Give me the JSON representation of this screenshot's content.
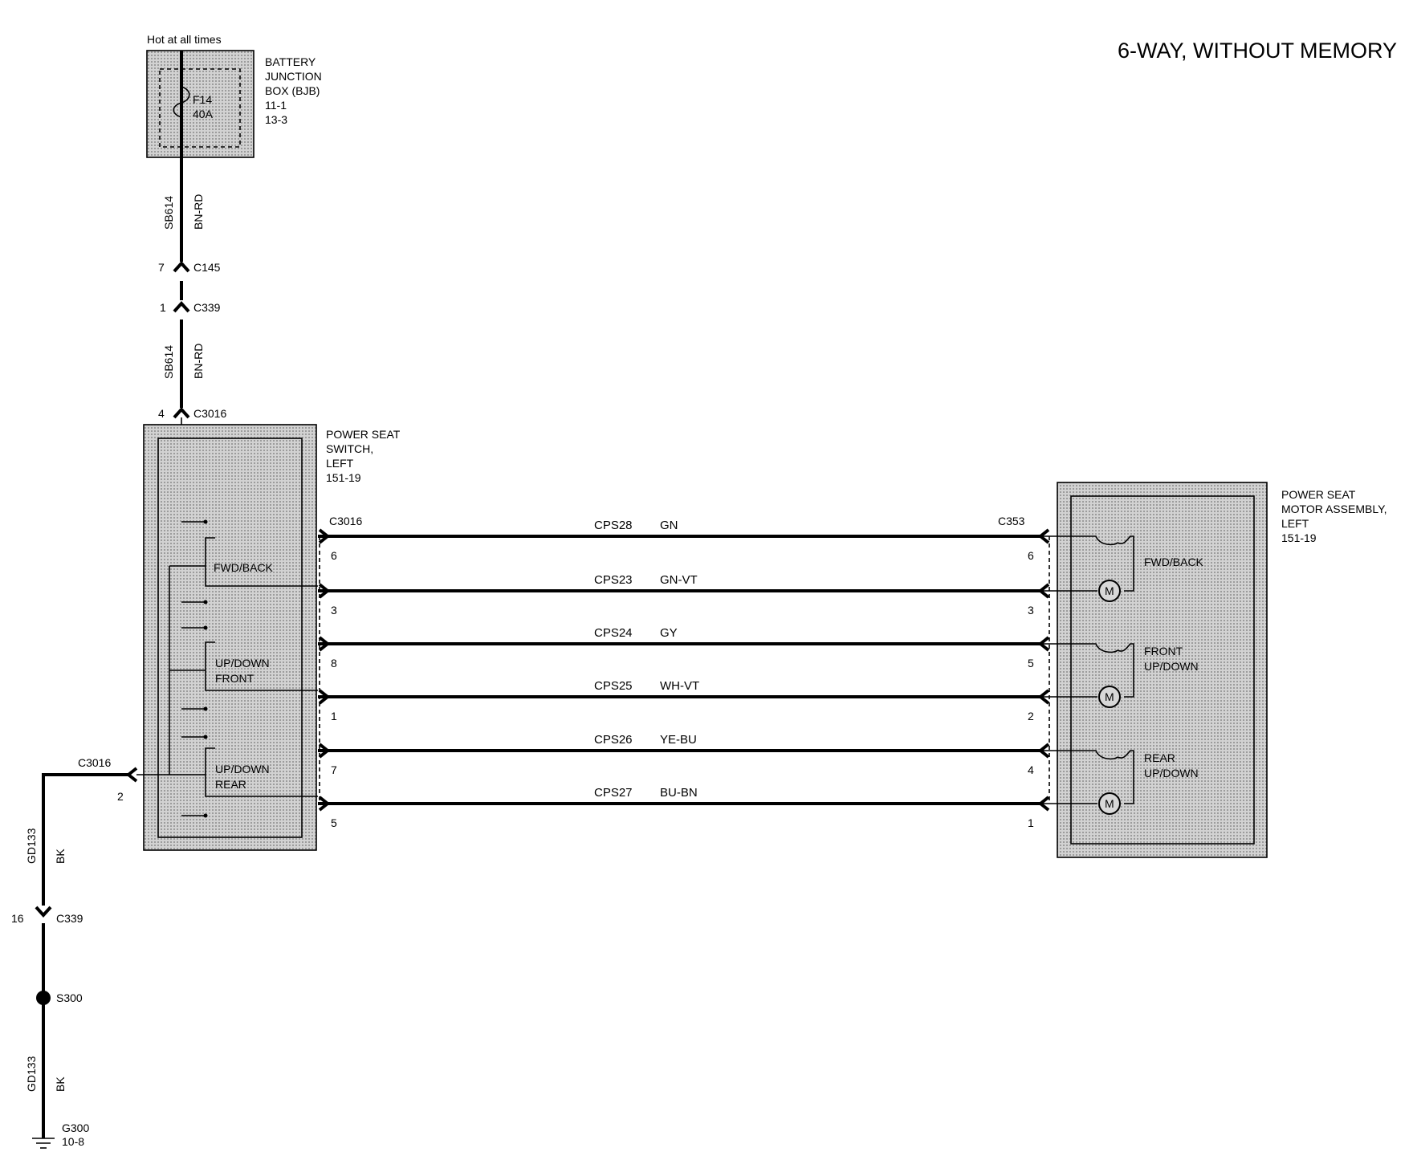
{
  "title": "6-WAY, WITHOUT MEMORY",
  "colors": {
    "wire": "#000000",
    "box_fill": "#c9c9c9"
  },
  "battery_junction_box": {
    "hot_label": "Hot at all times",
    "name_lines": [
      "BATTERY",
      "JUNCTION",
      "BOX (BJB)",
      "11-1",
      "13-3"
    ],
    "fuse": "F14",
    "rating": "40A"
  },
  "feed_wire": {
    "upper": {
      "circuit": "SB614",
      "color": "BN-RD"
    },
    "lower": {
      "circuit": "SB614",
      "color": "BN-RD"
    }
  },
  "inline_connectors": [
    {
      "pin": "7",
      "name": "C145"
    },
    {
      "pin": "1",
      "name": "C339"
    },
    {
      "pin": "4",
      "name": "C3016"
    }
  ],
  "switch": {
    "name_lines": [
      "POWER SEAT",
      "SWITCH,",
      "LEFT",
      "151-19"
    ],
    "connector": "C3016",
    "labels": [
      "FWD/BACK",
      "UP/DOWN",
      "FRONT",
      "UP/DOWN",
      "REAR"
    ]
  },
  "motor": {
    "name_lines": [
      "POWER SEAT",
      "MOTOR ASSEMBLY,",
      "LEFT",
      "151-19"
    ],
    "connector": "C353",
    "labels": [
      "FWD/BACK",
      "FRONT",
      "UP/DOWN",
      "REAR",
      "UP/DOWN"
    ],
    "motor_symbol": "M"
  },
  "circuits": [
    {
      "circuit": "CPS28",
      "color": "GN",
      "switch_pin": "6",
      "motor_pin": "6"
    },
    {
      "circuit": "CPS23",
      "color": "GN-VT",
      "switch_pin": "3",
      "motor_pin": "3"
    },
    {
      "circuit": "CPS24",
      "color": "GY",
      "switch_pin": "8",
      "motor_pin": "5"
    },
    {
      "circuit": "CPS25",
      "color": "WH-VT",
      "switch_pin": "1",
      "motor_pin": "2"
    },
    {
      "circuit": "CPS26",
      "color": "YE-BU",
      "switch_pin": "7",
      "motor_pin": "4"
    },
    {
      "circuit": "CPS27",
      "color": "BU-BN",
      "switch_pin": "5",
      "motor_pin": "1"
    }
  ],
  "ground": {
    "connector": "C3016",
    "pin": "2",
    "upper": {
      "circuit": "GD133",
      "color": "BK"
    },
    "c339": {
      "pin": "16",
      "name": "C339"
    },
    "splice": "S300",
    "lower": {
      "circuit": "GD133",
      "color": "BK"
    },
    "ground_point": "G300",
    "ground_ref": "10-8"
  }
}
